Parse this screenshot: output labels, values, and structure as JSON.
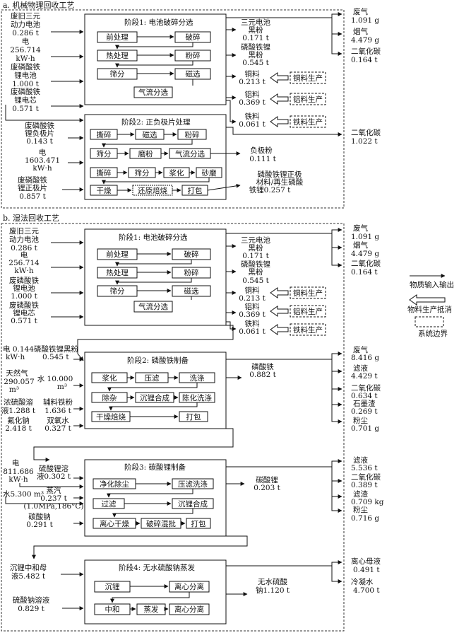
{
  "section_a": {
    "title": "a. 机械物理回收工艺",
    "inputs": [
      {
        "lines": [
          "废旧三元",
          "动力电池",
          "0.286 t"
        ]
      },
      {
        "lines": [
          "电",
          "256.714",
          "kW·h"
        ]
      },
      {
        "lines": [
          "废磷酸铁",
          "锂电池",
          "1.000 t"
        ]
      },
      {
        "lines": [
          "废磷酸铁",
          "锂电芯",
          "0.571 t"
        ]
      }
    ],
    "stage1": {
      "title": "阶段1: 电池破碎分选",
      "steps": [
        "前处理",
        "破碎",
        "热处理",
        "粉碎",
        "筛分",
        "磁选",
        "气流分选"
      ]
    },
    "stage1_outputs": [
      {
        "lines": [
          "三元电池",
          "黑粉",
          "0.171 t"
        ]
      },
      {
        "lines": [
          "磷酸铁锂",
          "黑粉",
          "0.545 t"
        ]
      },
      {
        "lines": [
          "铜料",
          "0.213 t"
        ]
      },
      {
        "lines": [
          "铝料",
          "0.369 t"
        ]
      },
      {
        "lines": [
          "铁料",
          "0.061 t"
        ]
      }
    ],
    "avoided": [
      "铜料生产",
      "铝料生产",
      "铁料生产"
    ],
    "emissions": [
      {
        "lines": [
          "废气",
          "1.091 g"
        ]
      },
      {
        "lines": [
          "烟气",
          "4.479 g"
        ]
      },
      {
        "lines": [
          "二氧化碳",
          "0.164 t"
        ]
      }
    ],
    "stage2": {
      "title": "阶段2: 正负极片处理",
      "steps": [
        "撕碎",
        "磁选",
        "粉碎",
        "筛分",
        "磨粉",
        "气流分选",
        "撕碎",
        "筛分",
        "浆化",
        "砂磨",
        "干燥",
        "还原焙烧",
        "打包"
      ]
    },
    "stage2_inputs": [
      {
        "lines": [
          "废磷酸铁",
          "锂负极片",
          "0.143 t"
        ]
      },
      {
        "lines": [
          "电",
          "1603.471",
          "kW·h"
        ]
      },
      {
        "lines": [
          "废磷酸铁",
          "锂正极片",
          "0.857 t"
        ]
      }
    ],
    "stage2_outputs": [
      {
        "lines": [
          "负极粉",
          "0.111 t"
        ]
      },
      {
        "lines": [
          "磷酸铁锂正极",
          "材料/再生磷酸",
          "铁锂0.257 t"
        ]
      }
    ],
    "stage2_emission": {
      "lines": [
        "二氧化碳",
        "1.022 t"
      ]
    }
  },
  "section_b": {
    "title": "b. 湿法回收工艺",
    "inputs": [
      {
        "lines": [
          "废旧三元",
          "动力电池",
          "0.286 t"
        ]
      },
      {
        "lines": [
          "电",
          "256.714",
          "kW·h"
        ]
      },
      {
        "lines": [
          "废磷酸铁",
          "锂电池",
          "1.000 t"
        ]
      },
      {
        "lines": [
          "废磷酸铁",
          "锂电芯",
          "0.571 t"
        ]
      }
    ],
    "stage1": {
      "title": "阶段1: 电池破碎分选",
      "steps": [
        "前处理",
        "破碎",
        "热处理",
        "粉碎",
        "筛分",
        "磁选",
        "气流分选"
      ]
    },
    "stage1_outputs": [
      {
        "lines": [
          "三元电池",
          "黑粉",
          "0.171 t"
        ]
      },
      {
        "lines": [
          "磷酸铁锂",
          "黑粉",
          "0.545 t"
        ]
      },
      {
        "lines": [
          "铜料",
          "0.213 t"
        ]
      },
      {
        "lines": [
          "铝料",
          "0.369 t"
        ]
      },
      {
        "lines": [
          "铁料",
          "0.061 t"
        ]
      }
    ],
    "avoided": [
      "铜料生产",
      "铝料生产",
      "铁料生产"
    ],
    "emissions": [
      {
        "lines": [
          "废气",
          "1.091 g"
        ]
      },
      {
        "lines": [
          "烟气",
          "4.479 g"
        ]
      },
      {
        "lines": [
          "二氧化碳",
          "0.164 t"
        ]
      }
    ],
    "stage2": {
      "title": "阶段2: 磷酸铁制备",
      "steps": [
        "浆化",
        "压滤",
        "洗涤",
        "除杂",
        "沉锂合成",
        "陈化洗涤",
        "干燥焙烧",
        "打包"
      ]
    },
    "stage2_inputs": [
      {
        "lines": [
          "电 0.144",
          "kW·h"
        ]
      },
      {
        "lines": [
          "磷酸铁锂黑粉",
          "0.545 t"
        ]
      },
      {
        "lines": [
          "天然气",
          "290.057",
          "m³"
        ]
      },
      {
        "lines": [
          "水 10.000",
          "m³"
        ]
      },
      {
        "lines": [
          "浓硫酸溶",
          "液1.288 t"
        ]
      },
      {
        "lines": [
          "辅料铁粉",
          "1.636 t"
        ]
      },
      {
        "lines": [
          "氟化钠",
          "2.418 t"
        ]
      },
      {
        "lines": [
          "双氧水",
          "0.327 t"
        ]
      }
    ],
    "stage2_output": {
      "lines": [
        "磷酸铁",
        "0.882 t"
      ]
    },
    "stage2_emissions": [
      {
        "lines": [
          "废气",
          "8.416 g"
        ]
      },
      {
        "lines": [
          "滤液",
          "4.429 t"
        ]
      },
      {
        "lines": [
          "二氧化碳",
          "0.634 t"
        ]
      },
      {
        "lines": [
          "石墨渣",
          "0.269 t"
        ]
      },
      {
        "lines": [
          "粉尘",
          "0.701 g"
        ]
      }
    ],
    "stage3": {
      "title": "阶段3: 碳酸锂制备",
      "steps": [
        "净化除尘",
        "压滤洗涤",
        "过滤",
        "沉锂合成",
        "离心干燥",
        "破碎混批",
        "打包"
      ]
    },
    "stage3_inputs": [
      {
        "lines": [
          "电",
          "811.686",
          "kW·h"
        ]
      },
      {
        "lines": [
          "硫酸锂溶",
          "液0.302 t"
        ]
      },
      {
        "lines": [
          "水5.300 m³"
        ]
      },
      {
        "lines": [
          "蒸汽",
          "0.237 t",
          "(1.0MPa,186°C)"
        ]
      },
      {
        "lines": [
          "碳酸钠",
          "0.291 t"
        ]
      }
    ],
    "stage3_output": {
      "lines": [
        "碳酸锂",
        "0.203 t"
      ]
    },
    "stage3_emissions": [
      {
        "lines": [
          "滤液",
          "5.536 t"
        ]
      },
      {
        "lines": [
          "二氧化碳",
          "0.389 t"
        ]
      },
      {
        "lines": [
          "滤渣",
          "0.709 kg"
        ]
      },
      {
        "lines": [
          "粉尘",
          "0.716 g"
        ]
      }
    ],
    "stage4": {
      "title": "阶段4: 无水硫酸钠蒸发",
      "steps": [
        "沉锂",
        "离心分离",
        "中和",
        "蒸发",
        "离心分离"
      ]
    },
    "stage4_inputs": [
      {
        "lines": [
          "沉锂中和母",
          "液5.482 t"
        ]
      },
      {
        "lines": [
          "硫酸钠溶液",
          "0.829 t"
        ]
      }
    ],
    "stage4_output": {
      "lines": [
        "无水硫酸",
        "钠1.120 t"
      ]
    },
    "stage4_emissions": [
      {
        "lines": [
          "离心母液",
          "0.491 t"
        ]
      },
      {
        "lines": [
          "冷凝水",
          "4.700 t"
        ]
      }
    ]
  },
  "legend": {
    "items": [
      "物质输入输出",
      "物料生产抵消",
      "系统边界"
    ]
  }
}
